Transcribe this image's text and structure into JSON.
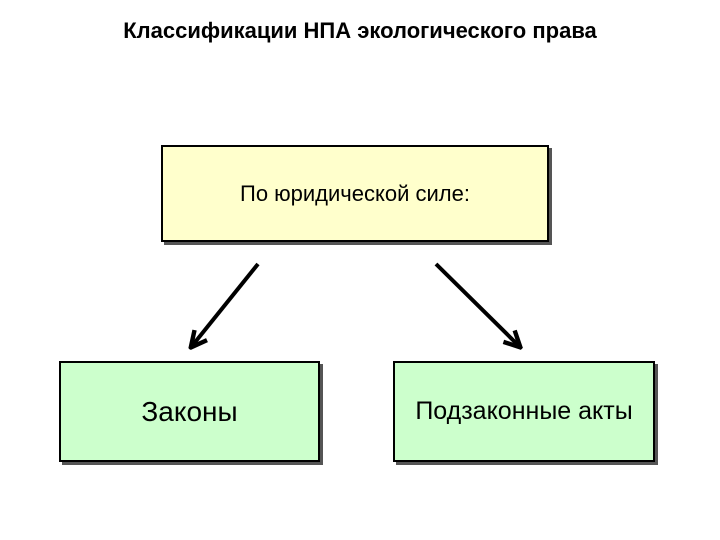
{
  "title": "Классификации НПА экологического права",
  "nodes": {
    "root": {
      "label": "По юридической силе:"
    },
    "left_child": {
      "label": "Законы"
    },
    "right_child": {
      "label": "Подзаконные акты"
    }
  },
  "edges": [
    {
      "from": "root",
      "to": "left_child"
    },
    {
      "from": "root",
      "to": "right_child"
    }
  ],
  "colors": {
    "root_fill": "#ffffcc",
    "child_fill": "#ccffcc",
    "border": "#000000"
  }
}
